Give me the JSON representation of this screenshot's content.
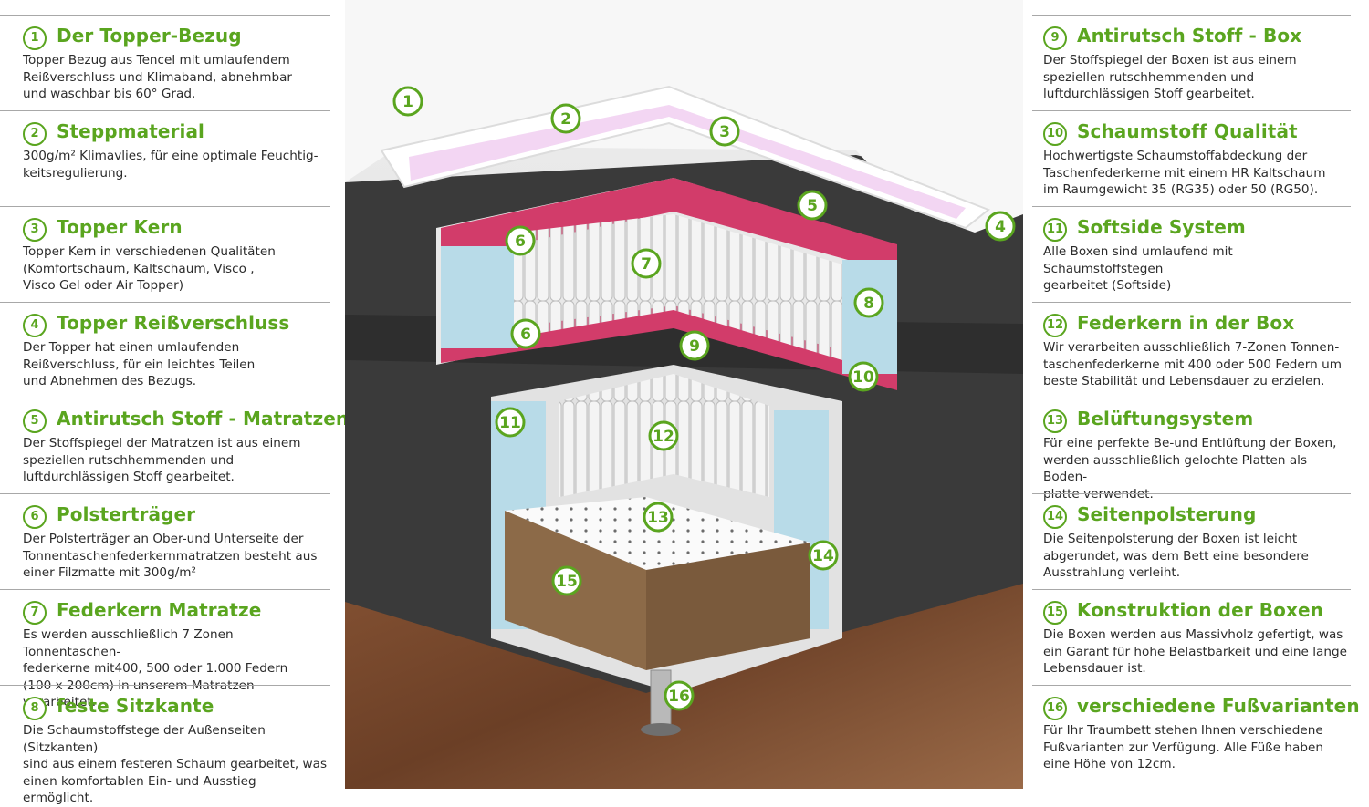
{
  "left_items": [
    {
      "num": "1",
      "title": "Der Topper-Bezug",
      "text": "Topper Bezug aus Tencel mit umlaufendem\nReißverschluss und Klimaband, abnehmbar\nund waschbar bis 60° Grad."
    },
    {
      "num": "2",
      "title": "Steppmaterial",
      "text": "300g/m² Klimavlies, für eine optimale Feuchtig-\nkeitsregulierung."
    },
    {
      "num": "3",
      "title": "Topper Kern",
      "text": "Topper Kern in verschiedenen Qualitäten\n(Komfortschaum, Kaltschaum, Visco ,\nVisco Gel oder Air Topper)"
    },
    {
      "num": "4",
      "title": "Topper Reißverschluss",
      "text": "Der Topper hat einen umlaufenden\nReißverschluss, für ein leichtes Teilen\nund Abnehmen des Bezugs."
    },
    {
      "num": "5",
      "title": "Antirutsch Stoff - Matratzen",
      "text": "Der Stoffspiegel der Matratzen ist aus einem\nspeziellen rutschhemmenden und\nluftdurchlässigen Stoff gearbeitet."
    },
    {
      "num": "6",
      "title": "Polsterträger",
      "text": "Der Polsterträger an Ober-und Unterseite der\nTonnentaschenfederkernmatratzen besteht aus\neiner Filzmatte mit 300g/m²"
    },
    {
      "num": "7",
      "title": "Federkern Matratze",
      "text": "Es werden ausschließlich 7 Zonen Tonnentaschen-\nfederkerne mit400, 500 oder 1.000 Federn\n(100 x 200cm) in unserem Matratzen verarbeitet."
    },
    {
      "num": "8",
      "title": "feste Sitzkante",
      "text": "Die Schaumstoffstege der Außenseiten (Sitzkanten)\nsind aus einem festeren Schaum gearbeitet, was\neinen komfortablen Ein- und Ausstieg ermöglicht."
    }
  ],
  "right_items": [
    {
      "num": "9",
      "title": "Antirutsch Stoff - Box",
      "text": "Der Stoffspiegel der Boxen ist aus einem\nspeziellen rutschhemmenden und\nluftdurchlässigen Stoff gearbeitet."
    },
    {
      "num": "10",
      "title": "Schaumstoff Qualität",
      "text": "Hochwertigste Schaumstoffabdeckung der\nTaschenfederkerne mit einem HR Kaltschaum\nim Raumgewicht 35 (RG35) oder 50 (RG50)."
    },
    {
      "num": "11",
      "title": "Softside System",
      "text": "Alle Boxen sind umlaufend mit Schaumstoffstegen\ngearbeitet (Softside)"
    },
    {
      "num": "12",
      "title": "Federkern in der  Box",
      "text": "Wir verarbeiten ausschließlich 7-Zonen Tonnen-\ntaschenfederkerne mit 400 oder 500 Federn um\nbeste Stabilität und Lebensdauer zu erzielen."
    },
    {
      "num": "13",
      "title": "Belüftungsystem",
      "text": "Für eine perfekte Be-und Entlüftung der Boxen,\nwerden ausschließlich gelochte Platten als Boden-\nplatte verwendet."
    },
    {
      "num": "14",
      "title": "Seitenpolsterung",
      "text": "Die Seitenpolsterung der Boxen ist leicht\nabgerundet, was dem Bett eine besondere\nAusstrahlung verleiht."
    },
    {
      "num": "15",
      "title": "Konstruktion der Boxen",
      "text": "Die Boxen werden aus Massivholz gefertigt, was\nein Garant für hohe Belastbarkeit und eine lange\nLebensdauer ist."
    },
    {
      "num": "16",
      "title": "verschiedene Fußvarianten",
      "text": "Für Ihr Traumbett stehen Ihnen verschiedene\nFußvarianten zur Verfügung. Alle Füße haben\neine Höhe von 12cm."
    }
  ],
  "markers": [
    "1",
    "2",
    "3",
    "4",
    "5",
    "6",
    "6",
    "7",
    "8",
    "9",
    "10",
    "11",
    "12",
    "13",
    "14",
    "15",
    "16"
  ],
  "colors": {
    "accent": "#5aa51f",
    "fabric": "#3a3a3a",
    "floor": "#7a4a2e",
    "foam_pink": "#d23c6a",
    "foam_blue": "#b8dbe8",
    "wood": "#8c6a48",
    "topper_core": "#f3d6f3"
  }
}
